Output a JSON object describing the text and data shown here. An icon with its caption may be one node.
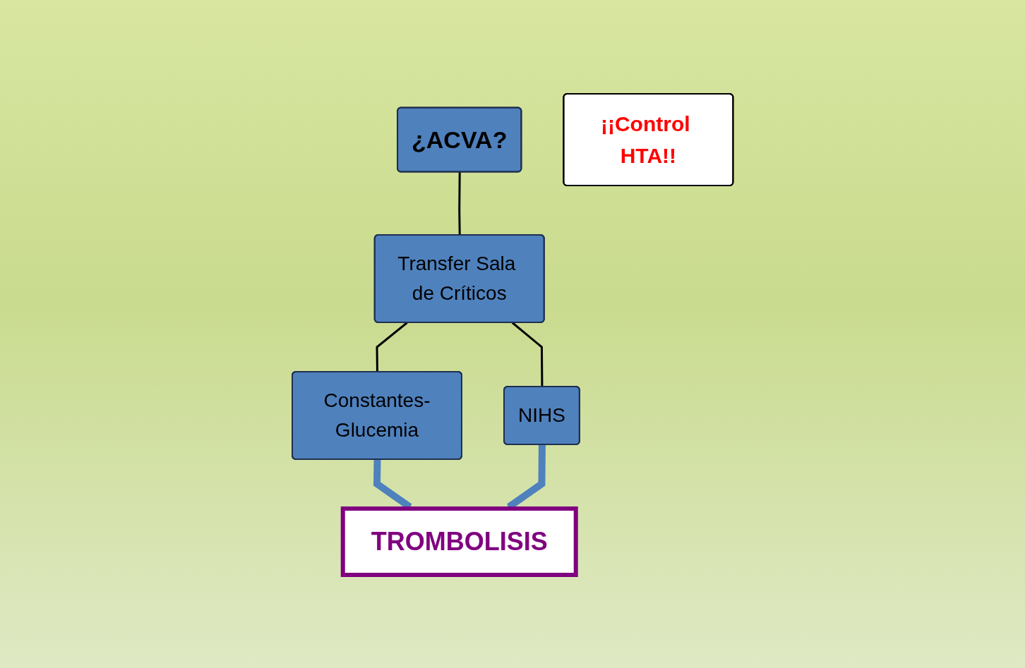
{
  "diagram": {
    "nodes": [
      {
        "text": [
          "¿ACVA?"
        ]
      },
      {
        "text": [
          "Transfer Sala de Críticos"
        ]
      },
      {
        "text": [
          "Constantes-Glucemia"
        ]
      },
      {
        "text": [
          "NIHS"
        ]
      },
      {
        "text": [
          "¡¡Control HTA!!"
        ]
      },
      {
        "text": [
          "TROMBOLISIS"
        ]
      }
    ],
    "edges": [
      {
        "from": 0,
        "to": 1,
        "arrow": "none"
      },
      {
        "from": 1,
        "to": 2,
        "arrow": "none"
      },
      {
        "from": 1,
        "to": 3,
        "arrow": "none"
      },
      {
        "from": 2,
        "to": 5,
        "arrow": "to",
        "style": "thick",
        "color": "#4f81bd"
      },
      {
        "from": 3,
        "to": 5,
        "arrow": "to",
        "style": "thick",
        "color": "#4f81bd"
      }
    ]
  }
}
